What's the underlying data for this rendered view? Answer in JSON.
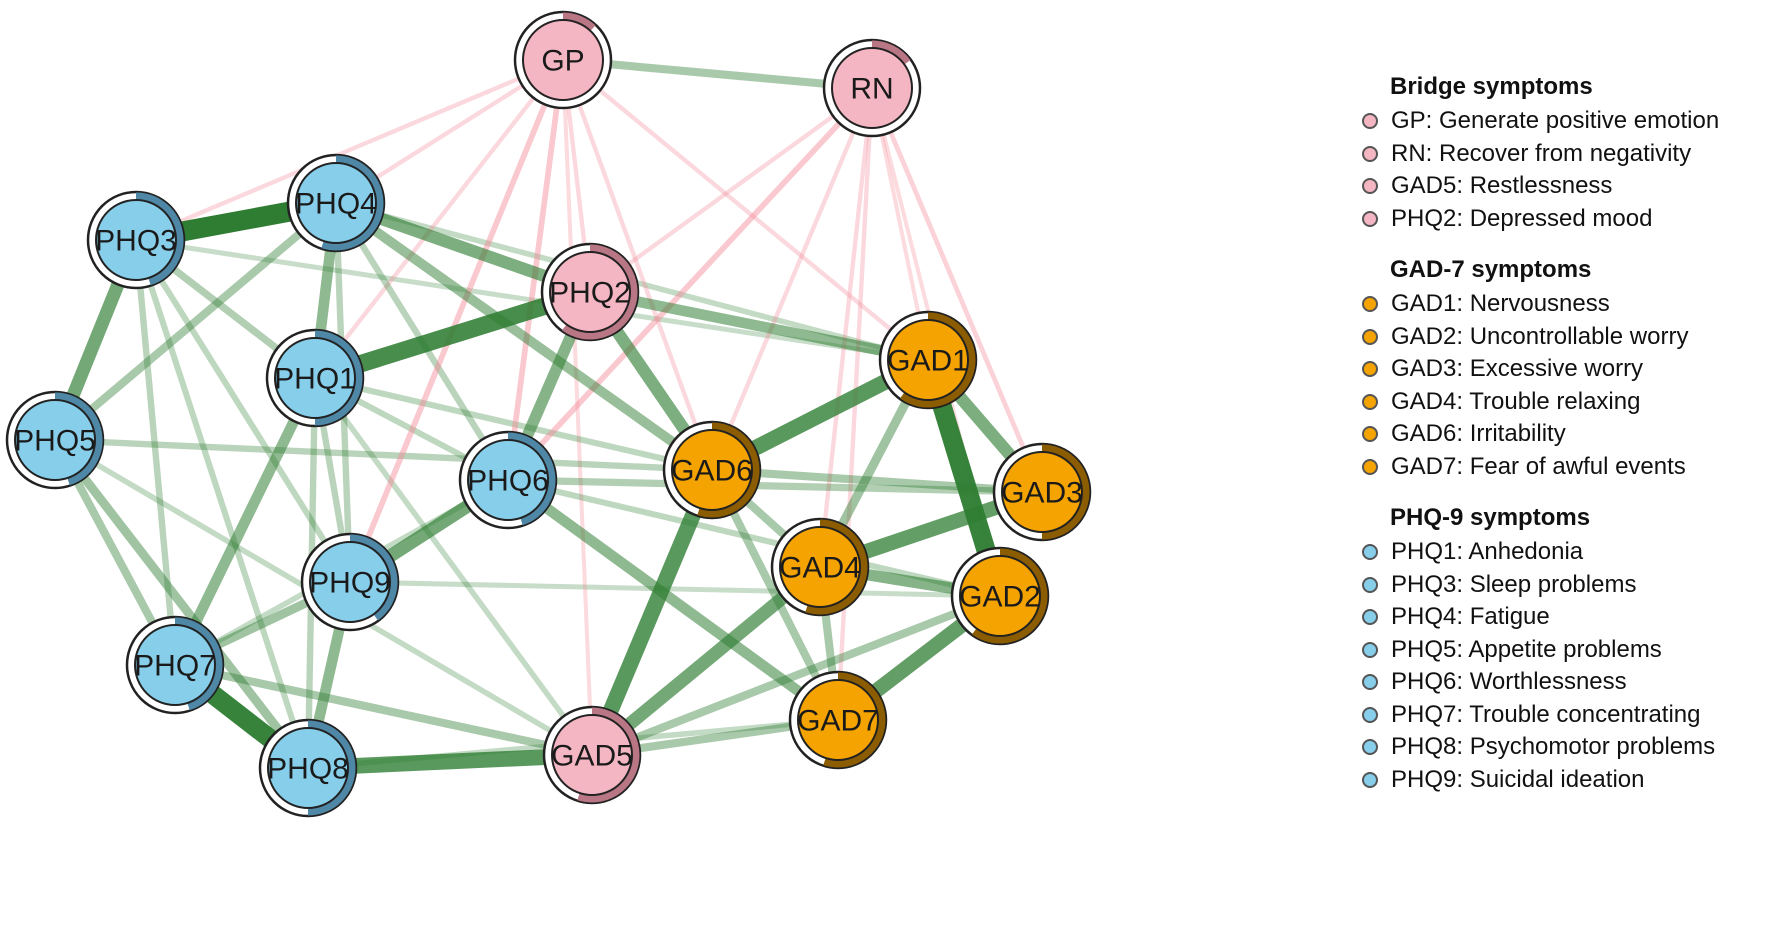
{
  "colors": {
    "bridge": "#F4B6C2",
    "gad": "#F4A300",
    "phq": "#87CEEB",
    "positive_edge": "#2E7D32",
    "negative_edge": "#F48A98"
  },
  "nodes": [
    {
      "id": "GP",
      "label": "GP",
      "group": "bridge",
      "ring": 0.12
    },
    {
      "id": "RN",
      "label": "RN",
      "group": "bridge",
      "ring": 0.15
    },
    {
      "id": "PHQ4",
      "label": "PHQ4",
      "group": "phq",
      "ring": 0.55
    },
    {
      "id": "PHQ3",
      "label": "PHQ3",
      "group": "phq",
      "ring": 0.45
    },
    {
      "id": "PHQ2",
      "label": "PHQ2",
      "group": "bridge",
      "ring": 0.6
    },
    {
      "id": "PHQ1",
      "label": "PHQ1",
      "group": "phq",
      "ring": 0.5
    },
    {
      "id": "PHQ5",
      "label": "PHQ5",
      "group": "phq",
      "ring": 0.45
    },
    {
      "id": "GAD1",
      "label": "GAD1",
      "group": "gad",
      "ring": 0.6
    },
    {
      "id": "PHQ6",
      "label": "PHQ6",
      "group": "phq",
      "ring": 0.45
    },
    {
      "id": "GAD6",
      "label": "GAD6",
      "group": "gad",
      "ring": 0.55
    },
    {
      "id": "GAD3",
      "label": "GAD3",
      "group": "gad",
      "ring": 0.5
    },
    {
      "id": "GAD4",
      "label": "GAD4",
      "group": "gad",
      "ring": 0.55
    },
    {
      "id": "PHQ9",
      "label": "PHQ9",
      "group": "phq",
      "ring": 0.4
    },
    {
      "id": "GAD2",
      "label": "GAD2",
      "group": "gad",
      "ring": 0.6
    },
    {
      "id": "PHQ7",
      "label": "PHQ7",
      "group": "phq",
      "ring": 0.45
    },
    {
      "id": "GAD7",
      "label": "GAD7",
      "group": "gad",
      "ring": 0.55
    },
    {
      "id": "PHQ8",
      "label": "PHQ8",
      "group": "phq",
      "ring": 0.5
    },
    {
      "id": "GAD5",
      "label": "GAD5",
      "group": "bridge",
      "ring": 0.55
    }
  ],
  "edges": [
    {
      "a": "PHQ3",
      "b": "PHQ4",
      "w": 1.0,
      "sign": "+"
    },
    {
      "a": "PHQ7",
      "b": "PHQ8",
      "w": 0.95,
      "sign": "+"
    },
    {
      "a": "GAD1",
      "b": "GAD2",
      "w": 0.95,
      "sign": "+"
    },
    {
      "a": "PHQ1",
      "b": "PHQ2",
      "w": 0.85,
      "sign": "+"
    },
    {
      "a": "GAD6",
      "b": "GAD5",
      "w": 0.75,
      "sign": "+"
    },
    {
      "a": "GAD6",
      "b": "GAD1",
      "w": 0.75,
      "sign": "+"
    },
    {
      "a": "PHQ8",
      "b": "GAD5",
      "w": 0.75,
      "sign": "+"
    },
    {
      "a": "GAD2",
      "b": "GAD7",
      "w": 0.7,
      "sign": "+"
    },
    {
      "a": "GAD4",
      "b": "GAD3",
      "w": 0.7,
      "sign": "+"
    },
    {
      "a": "PHQ9",
      "b": "PHQ6",
      "w": 0.6,
      "sign": "+"
    },
    {
      "a": "PHQ3",
      "b": "PHQ5",
      "w": 0.6,
      "sign": "+"
    },
    {
      "a": "PHQ4",
      "b": "PHQ2",
      "w": 0.55,
      "sign": "+"
    },
    {
      "a": "GAD4",
      "b": "GAD5",
      "w": 0.6,
      "sign": "+"
    },
    {
      "a": "PHQ2",
      "b": "GAD6",
      "w": 0.55,
      "sign": "+"
    },
    {
      "a": "GAD1",
      "b": "GAD3",
      "w": 0.55,
      "sign": "+"
    },
    {
      "a": "PHQ2",
      "b": "PHQ6",
      "w": 0.5,
      "sign": "+"
    },
    {
      "a": "GAD4",
      "b": "GAD2",
      "w": 0.5,
      "sign": "+"
    },
    {
      "a": "PHQ1",
      "b": "PHQ7",
      "w": 0.45,
      "sign": "+"
    },
    {
      "a": "PHQ9",
      "b": "PHQ8",
      "w": 0.45,
      "sign": "+"
    },
    {
      "a": "PHQ1",
      "b": "PHQ4",
      "w": 0.45,
      "sign": "+"
    },
    {
      "a": "PHQ2",
      "b": "GAD1",
      "w": 0.45,
      "sign": "+"
    },
    {
      "a": "PHQ6",
      "b": "GAD7",
      "w": 0.45,
      "sign": "+"
    },
    {
      "a": "PHQ4",
      "b": "GAD6",
      "w": 0.4,
      "sign": "+"
    },
    {
      "a": "GAD1",
      "b": "GAD4",
      "w": 0.35,
      "sign": "+"
    },
    {
      "a": "PHQ9",
      "b": "PHQ7",
      "w": 0.35,
      "sign": "+"
    },
    {
      "a": "PHQ5",
      "b": "PHQ8",
      "w": 0.35,
      "sign": "+"
    },
    {
      "a": "PHQ5",
      "b": "PHQ7",
      "w": 0.3,
      "sign": "+"
    },
    {
      "a": "PHQ5",
      "b": "PHQ4",
      "w": 0.3,
      "sign": "+"
    },
    {
      "a": "PHQ7",
      "b": "GAD5",
      "w": 0.3,
      "sign": "+"
    },
    {
      "a": "GAD5",
      "b": "GAD2",
      "w": 0.3,
      "sign": "+"
    },
    {
      "a": "GAD5",
      "b": "GAD7",
      "w": 0.3,
      "sign": "+"
    },
    {
      "a": "GAD6",
      "b": "GAD4",
      "w": 0.3,
      "sign": "+"
    },
    {
      "a": "GAD6",
      "b": "GAD3",
      "w": 0.3,
      "sign": "+"
    },
    {
      "a": "GAD6",
      "b": "GAD7",
      "w": 0.3,
      "sign": "+"
    },
    {
      "a": "GAD4",
      "b": "GAD7",
      "w": 0.3,
      "sign": "+"
    },
    {
      "a": "GP",
      "b": "RN",
      "w": 0.3,
      "sign": "+"
    },
    {
      "a": "PHQ6",
      "b": "GAD3",
      "w": 0.25,
      "sign": "+"
    },
    {
      "a": "PHQ5",
      "b": "GAD6",
      "w": 0.2,
      "sign": "+"
    },
    {
      "a": "PHQ3",
      "b": "PHQ1",
      "w": 0.25,
      "sign": "+"
    },
    {
      "a": "PHQ3",
      "b": "PHQ7",
      "w": 0.2,
      "sign": "+"
    },
    {
      "a": "PHQ3",
      "b": "PHQ8",
      "w": 0.18,
      "sign": "+"
    },
    {
      "a": "PHQ3",
      "b": "PHQ9",
      "w": 0.18,
      "sign": "+"
    },
    {
      "a": "PHQ4",
      "b": "PHQ9",
      "w": 0.2,
      "sign": "+"
    },
    {
      "a": "PHQ4",
      "b": "PHQ6",
      "w": 0.2,
      "sign": "+"
    },
    {
      "a": "PHQ1",
      "b": "PHQ9",
      "w": 0.2,
      "sign": "+"
    },
    {
      "a": "PHQ1",
      "b": "PHQ8",
      "w": 0.2,
      "sign": "+"
    },
    {
      "a": "PHQ1",
      "b": "PHQ6",
      "w": 0.18,
      "sign": "+"
    },
    {
      "a": "PHQ1",
      "b": "GAD6",
      "w": 0.18,
      "sign": "+"
    },
    {
      "a": "PHQ1",
      "b": "GAD5",
      "w": 0.15,
      "sign": "+"
    },
    {
      "a": "PHQ5",
      "b": "GAD5",
      "w": 0.15,
      "sign": "+"
    },
    {
      "a": "PHQ6",
      "b": "GAD2",
      "w": 0.18,
      "sign": "+"
    },
    {
      "a": "PHQ4",
      "b": "GAD1",
      "w": 0.15,
      "sign": "+"
    },
    {
      "a": "PHQ9",
      "b": "GAD2",
      "w": 0.12,
      "sign": "+"
    },
    {
      "a": "PHQ8",
      "b": "GAD7",
      "w": 0.15,
      "sign": "+"
    },
    {
      "a": "PHQ3",
      "b": "GAD1",
      "w": 0.12,
      "sign": "+"
    },
    {
      "a": "PHQ7",
      "b": "PHQ6",
      "w": 0.15,
      "sign": "+"
    },
    {
      "a": "GP",
      "b": "PHQ9",
      "w": 0.3,
      "sign": "-"
    },
    {
      "a": "GP",
      "b": "PHQ6",
      "w": 0.3,
      "sign": "-"
    },
    {
      "a": "GP",
      "b": "PHQ3",
      "w": 0.15,
      "sign": "-"
    },
    {
      "a": "GP",
      "b": "PHQ4",
      "w": 0.15,
      "sign": "-"
    },
    {
      "a": "GP",
      "b": "PHQ1",
      "w": 0.15,
      "sign": "-"
    },
    {
      "a": "GP",
      "b": "PHQ2",
      "w": 0.15,
      "sign": "-"
    },
    {
      "a": "GP",
      "b": "GAD6",
      "w": 0.15,
      "sign": "-"
    },
    {
      "a": "GP",
      "b": "GAD1",
      "w": 0.15,
      "sign": "-"
    },
    {
      "a": "GP",
      "b": "GAD5",
      "w": 0.12,
      "sign": "-"
    },
    {
      "a": "RN",
      "b": "PHQ6",
      "w": 0.3,
      "sign": "-"
    },
    {
      "a": "RN",
      "b": "GAD3",
      "w": 0.2,
      "sign": "-"
    },
    {
      "a": "RN",
      "b": "GAD4",
      "w": 0.15,
      "sign": "-"
    },
    {
      "a": "RN",
      "b": "GAD7",
      "w": 0.15,
      "sign": "-"
    },
    {
      "a": "RN",
      "b": "PHQ2",
      "w": 0.15,
      "sign": "-"
    },
    {
      "a": "RN",
      "b": "GAD6",
      "w": 0.15,
      "sign": "-"
    },
    {
      "a": "RN",
      "b": "GAD1",
      "w": 0.12,
      "sign": "-"
    },
    {
      "a": "RN",
      "b": "GAD2",
      "w": 0.12,
      "sign": "-"
    }
  ],
  "legend": [
    {
      "title": "Bridge symptoms",
      "group": "bridge",
      "items": [
        "GP: Generate positive emotion",
        "RN: Recover from negativity",
        "GAD5: Restlessness",
        "PHQ2: Depressed mood"
      ]
    },
    {
      "title": "GAD-7 symptoms",
      "group": "gad",
      "items": [
        "GAD1: Nervousness",
        "GAD2: Uncontrollable worry",
        "GAD3: Excessive worry",
        "GAD4: Trouble relaxing",
        "GAD6: Irritability",
        "GAD7: Fear of awful events"
      ]
    },
    {
      "title": "PHQ-9 symptoms",
      "group": "phq",
      "items": [
        "PHQ1: Anhedonia",
        "PHQ3: Sleep problems",
        "PHQ4: Fatigue",
        "PHQ5: Appetite problems",
        "PHQ6: Worthlessness",
        "PHQ7: Trouble concentrating",
        "PHQ8: Psychomotor problems",
        "PHQ9: Suicidal ideation"
      ]
    }
  ]
}
